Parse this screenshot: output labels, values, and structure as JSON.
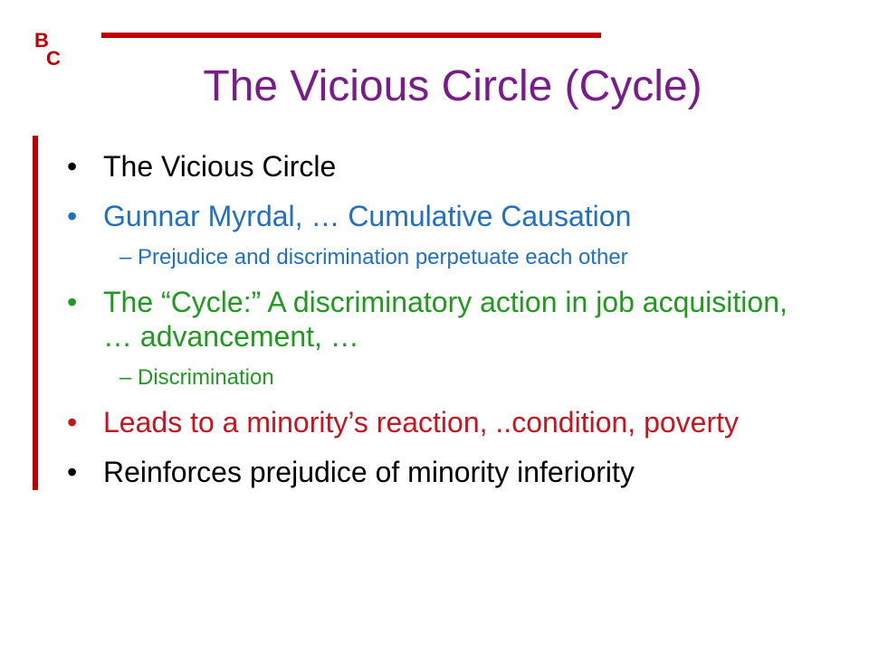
{
  "logo": {
    "letter1": "B",
    "letter2": "C"
  },
  "colors": {
    "title": "#7a1a8c",
    "accent_red": "#c00000",
    "black": "#000000",
    "blue": "#1f6fc5",
    "green": "#1f9a1f",
    "red_text": "#c8141e"
  },
  "title": "The Vicious Circle (Cycle)",
  "bullets": [
    {
      "text": "The Vicious Circle",
      "color": "#000000",
      "sub": []
    },
    {
      "text": "Gunnar Myrdal, … Cumulative Causation",
      "color": "#1f6fc5",
      "sub": [
        {
          "text": "Prejudice and discrimination perpetuate each other",
          "color": "#1f6fc5"
        }
      ]
    },
    {
      "text": "The “Cycle:” A discriminatory action in job acquisition, … advancement, …",
      "color": "#1f9a1f",
      "sub": [
        {
          "text": "Discrimination",
          "color": "#1f9a1f"
        }
      ]
    },
    {
      "text": "Leads to a minority’s reaction, ..condition, poverty",
      "color": "#c8141e",
      "sub": []
    },
    {
      "text": "Reinforces prejudice of minority inferiority",
      "color": "#000000",
      "sub": []
    }
  ]
}
